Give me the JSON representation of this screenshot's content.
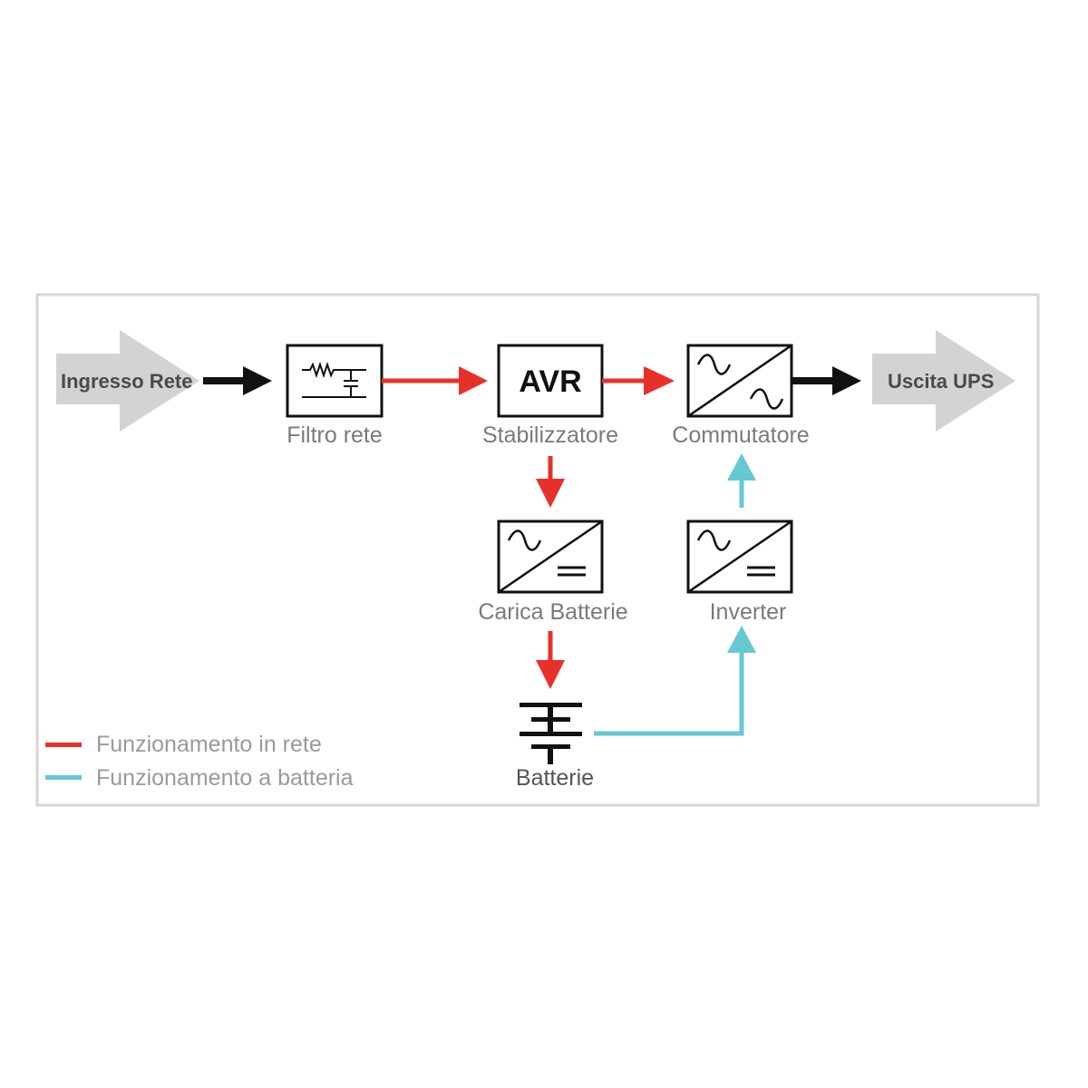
{
  "colors": {
    "mains": "#e8302a",
    "battery": "#66c8d2",
    "neutral": "#111111",
    "io_arrow": "#d3d3d3",
    "frame": "#d6d6d6"
  },
  "input": {
    "label": "Ingresso Rete"
  },
  "output": {
    "label": "Uscita UPS"
  },
  "blocks": {
    "filter": {
      "label": "Filtro rete",
      "icon": "filter-icon"
    },
    "avr": {
      "label": "Stabilizzatore",
      "symbol": "AVR"
    },
    "switch": {
      "label": "Commutatore",
      "icon": "ac-ac-converter-icon"
    },
    "charger": {
      "label": "Carica Batterie",
      "icon": "ac-dc-converter-icon"
    },
    "inverter": {
      "label": "Inverter",
      "icon": "dc-ac-converter-icon"
    },
    "battery": {
      "label": "Batterie",
      "icon": "battery-icon"
    }
  },
  "legend": [
    {
      "label": "Funzionamento in rete",
      "color": "#e8302a"
    },
    {
      "label": "Funzionamento a batteria",
      "color": "#66c8d2"
    }
  ]
}
